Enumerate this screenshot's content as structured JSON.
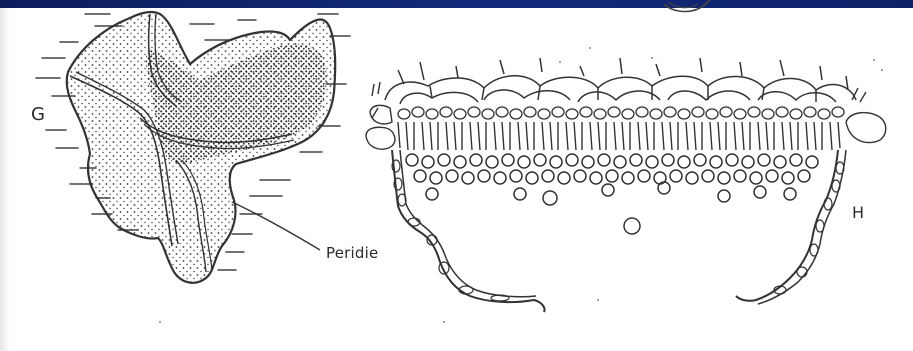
{
  "labels": {
    "g": "G",
    "h": "H",
    "peridie": "Peridie"
  },
  "colors": {
    "ink": "#2b2b2b",
    "top_bar": "#13297a",
    "background": "#ffffff"
  }
}
